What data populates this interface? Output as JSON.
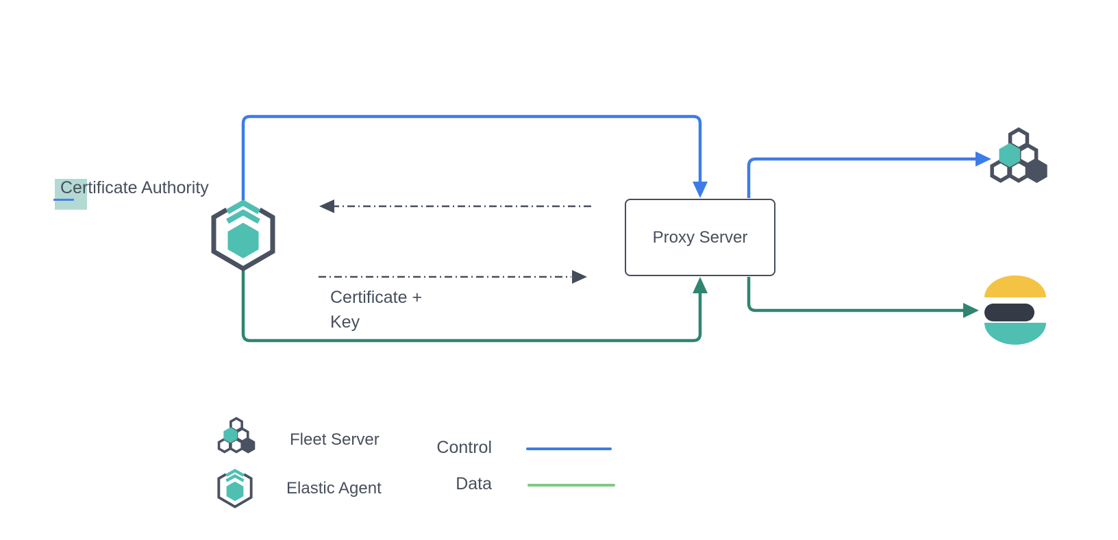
{
  "diagram": {
    "certificate_authority_label": "Certificate Authority",
    "proxy_server_label": "Proxy Server",
    "certificate_key_label": "Certificate +\nKey",
    "icons": {
      "agent": "elastic-agent-icon",
      "fleet": "fleet-server-icon",
      "elasticsearch": "elasticsearch-icon"
    }
  },
  "legend": {
    "items": [
      {
        "icon": "fleet-server-icon",
        "label": "Fleet Server"
      },
      {
        "icon": "elastic-agent-icon",
        "label": "Elastic Agent"
      }
    ],
    "flows": [
      {
        "label": "Control",
        "color": "#3d7ce8"
      },
      {
        "label": "Data",
        "color": "#82c785"
      }
    ]
  },
  "colors": {
    "control": "#3d7ce8",
    "data": "#2f8570",
    "data_legend": "#82c785",
    "teal": "#4fbfb2",
    "dark": "#4a5261",
    "outline": "#454d5a",
    "text": "#474f5c",
    "es_yellow": "#f5c344",
    "es_dark": "#343a46",
    "selection": "#a5d3cb",
    "caret": "#4a7fe8",
    "bg": "#ffffff"
  }
}
